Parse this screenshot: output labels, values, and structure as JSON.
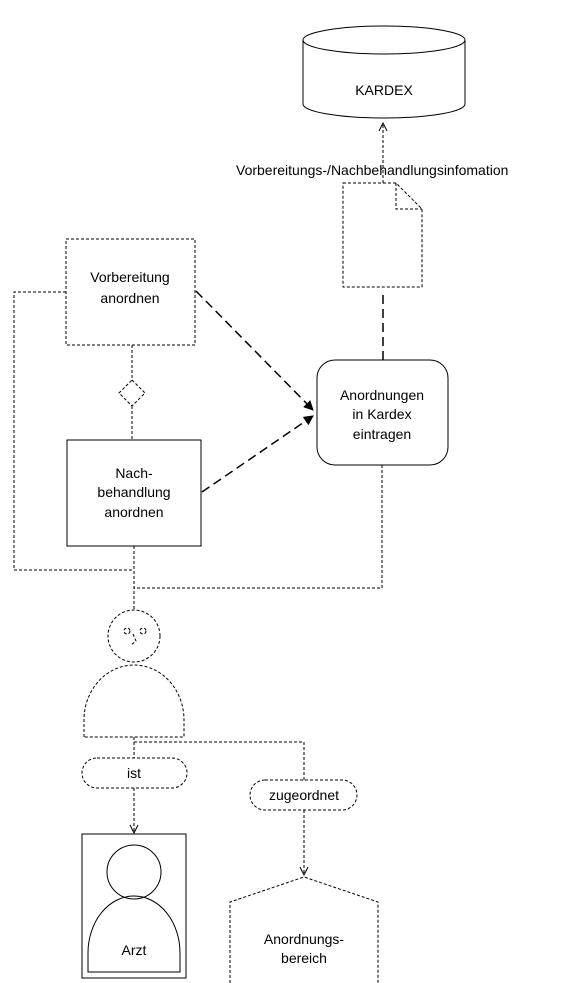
{
  "diagram": {
    "database": {
      "label": "KARDEX"
    },
    "document": {
      "label": "Vorbereitungs-/Nachbehandlungsinfomation"
    },
    "activities": {
      "vorbereitung": {
        "line1": "Vorbereitung",
        "line2": "anordnen"
      },
      "nachbehandlung": {
        "line1": "Nach-",
        "line2": "behandlung",
        "line3": "anordnen"
      },
      "kardex_eintragen": {
        "line1": "Anordnungen",
        "line2": "in Kardex",
        "line3": "eintragen"
      }
    },
    "relations": {
      "ist": "ist",
      "zugeordnet": "zugeordnet"
    },
    "roles": {
      "arzt": "Arzt"
    },
    "org_unit": {
      "line1": "Anordnungs-",
      "line2": "bereich"
    }
  }
}
